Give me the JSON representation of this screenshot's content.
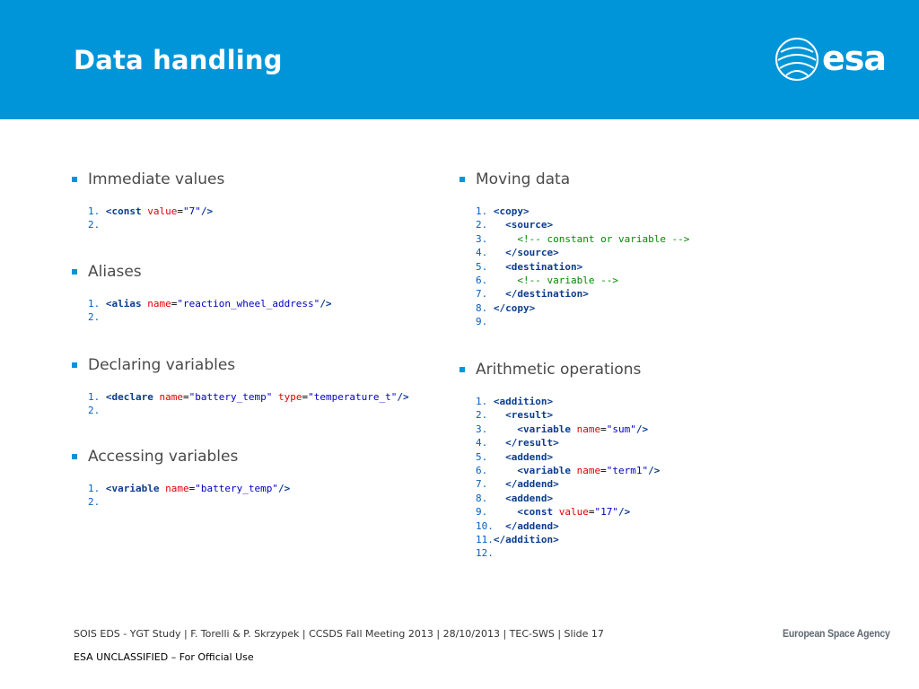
{
  "title": "Data handling",
  "logo": {
    "text": "esa"
  },
  "left_sections": [
    {
      "heading": "Immediate values"
    },
    {
      "heading": "Aliases"
    },
    {
      "heading": "Declaring variables"
    },
    {
      "heading": "Accessing variables"
    }
  ],
  "right_sections": [
    {
      "heading": "Moving data"
    },
    {
      "heading": "Arithmetic operations"
    }
  ],
  "footer": {
    "text": "SOIS EDS - YGT Study | F. Torelli & P. Skrzypek | CCSDS Fall Meeting 2013 | 28/10/2013 | TEC-SWS | Slide  17",
    "agency": "European Space Agency",
    "classification": "ESA UNCLASSIFIED – For Official Use"
  },
  "colors": {
    "header": "#0095d9",
    "bullet": "#0095d9"
  }
}
